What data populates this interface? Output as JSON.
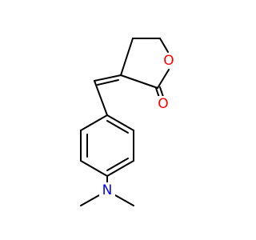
{
  "molecule": {
    "atoms": [
      {
        "symbol": "O",
        "color": "#ff0000"
      },
      {
        "symbol": "O",
        "color": "#ff0000"
      },
      {
        "symbol": "N",
        "color": "#0000ff"
      }
    ]
  }
}
